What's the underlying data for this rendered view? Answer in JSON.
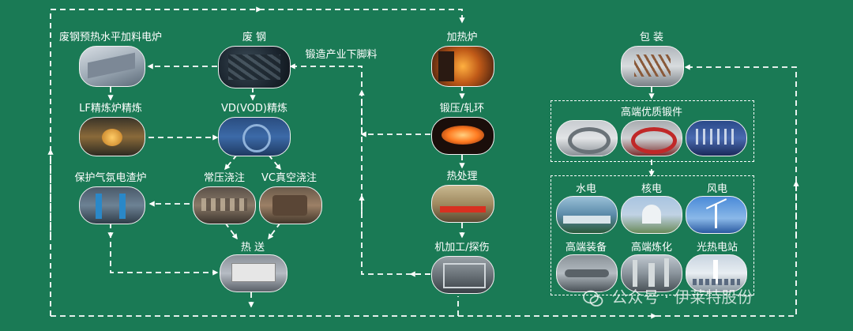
{
  "nodes": {
    "scrap_preheat": "废钢预热水平加料电炉",
    "scrap": "废 钢",
    "forging_scrap": "锻造产业下脚料",
    "lf": "LF精炼炉精炼",
    "vd": "VD(VOD)精炼",
    "esr": "保护气氛电渣炉",
    "normal_cast": "常压浇注",
    "vc_cast": "VC真空浇注",
    "hot_transfer": "热 送",
    "heating_furnace": "加热炉",
    "forging": "锻压/轧环",
    "heat_treatment": "热处理",
    "machining": "机加工/探伤",
    "packaging": "包 装",
    "hq_forgings": "高端优质锻件",
    "hydro": "水电",
    "nuclear": "核电",
    "wind": "风电",
    "equipment": "高端装备",
    "chemical": "高端炼化",
    "solar": "光热电站"
  },
  "watermark": "公众号 · 伊莱特股份",
  "colors": {
    "background": "#1a7a55",
    "line": "#ffffff"
  }
}
